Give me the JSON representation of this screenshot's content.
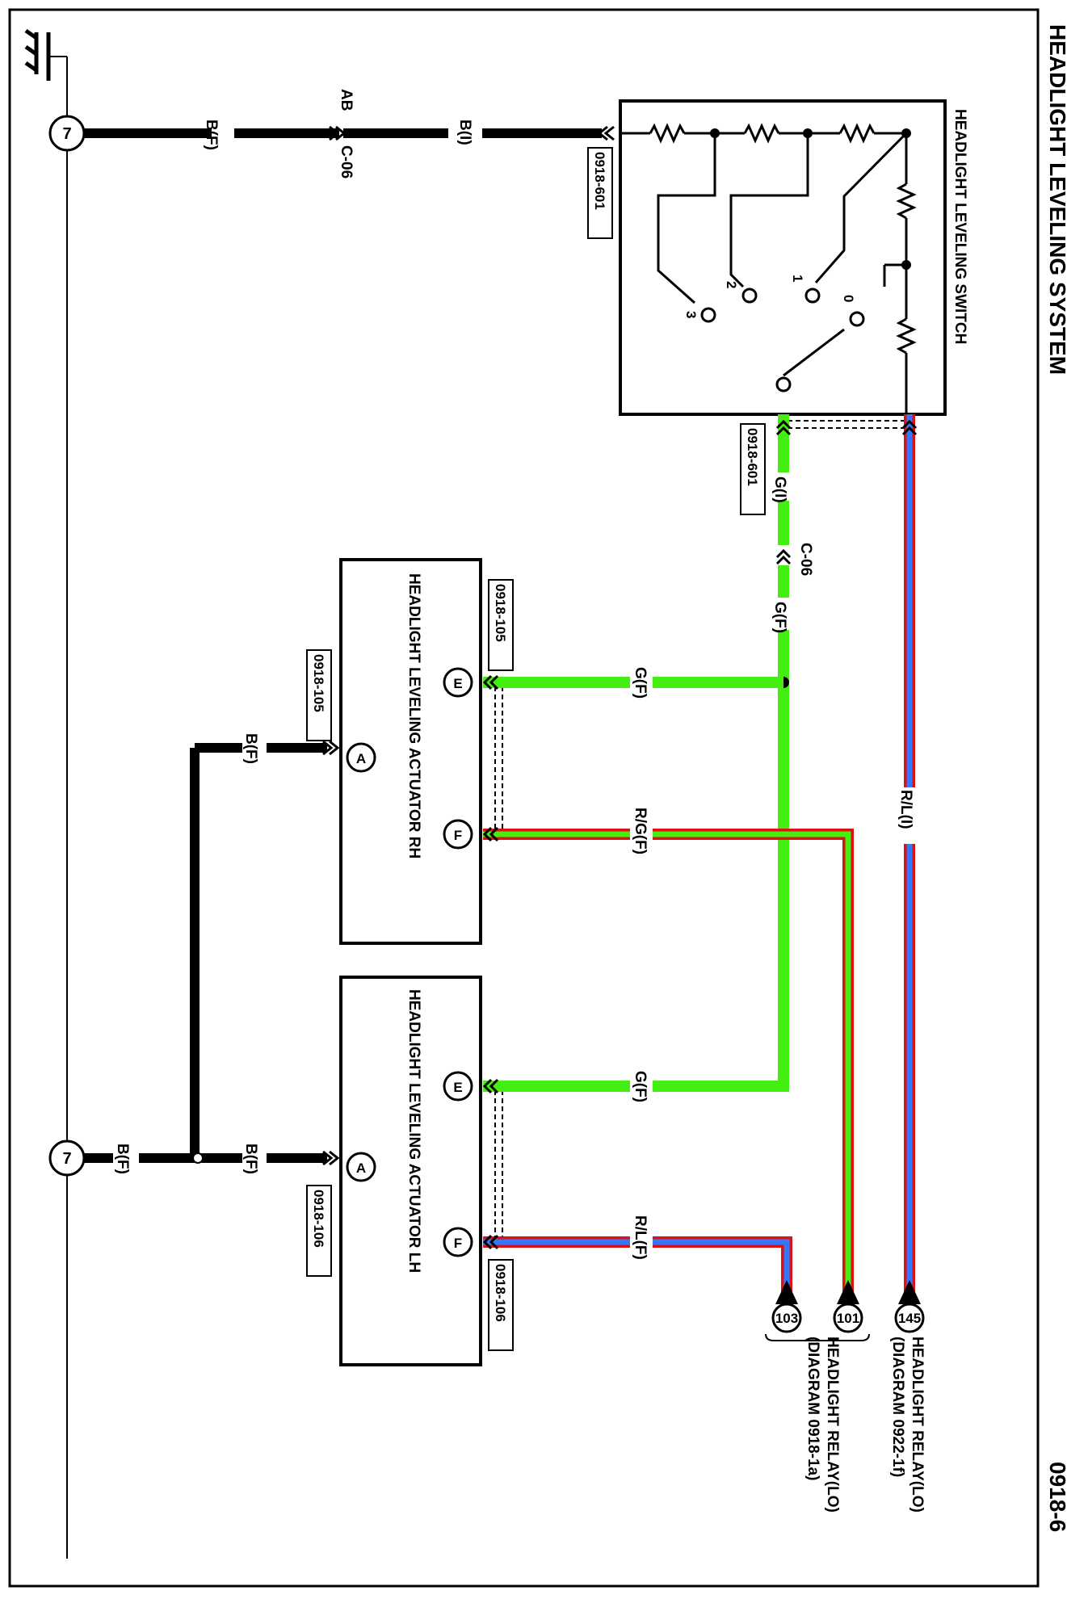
{
  "diagram": {
    "title": "HEADLIGHT LEVELING SYSTEM",
    "page_number": "0918-6",
    "switch": {
      "title": "HEADLIGHT LEVELING SWITCH",
      "connector": "0918-601",
      "connector_bottom": "0918-601",
      "positions": [
        "0",
        "1",
        "2",
        "3"
      ]
    },
    "actuator_rh": {
      "title": "HEADLIGHT LEVELING ACTUATOR RH",
      "connector": "0918-105",
      "connector_a": "0918-105"
    },
    "actuator_lh": {
      "title": "HEADLIGHT LEVELING ACTUATOR LH",
      "connector": "0918-106",
      "connector_a": "0918-106"
    },
    "terminals": {
      "a": "A",
      "e": "E",
      "f": "F"
    },
    "ground_points": {
      "top": "7",
      "bottom": "7"
    },
    "connectors": {
      "ab": "AB",
      "c06_top": "C-06",
      "c06_mid": "C-06"
    },
    "wires": {
      "b_f_top": "B(F)",
      "b_i_top": "B(I)",
      "g_i": "G(I)",
      "g_f_vertical": "G(F)",
      "g_f_rh": "G(F)",
      "g_f_lh": "G(F)",
      "r_l_i": "R/L(I)",
      "r_g_f": "R/G(F)",
      "r_l_f": "R/L(F)",
      "b_f_rh": "B(F)",
      "b_f_lh": "B(F)",
      "b_f_ground": "B(F)"
    },
    "references": {
      "ref_145": "145",
      "ref_101": "101",
      "ref_103": "103",
      "relay_lo_1_line1": "HEADLIGHT RELAY(LO)",
      "relay_lo_1_line2": "(DIAGRAM 0922-1f)",
      "relay_lo_2_line1": "HEADLIGHT RELAY(LO)",
      "relay_lo_2_line2": "(DIAGRAM 0918-1a)"
    },
    "colors": {
      "green": "#44ee11",
      "red": "#dd1111",
      "blue": "#3377ff",
      "black": "#000000"
    }
  }
}
